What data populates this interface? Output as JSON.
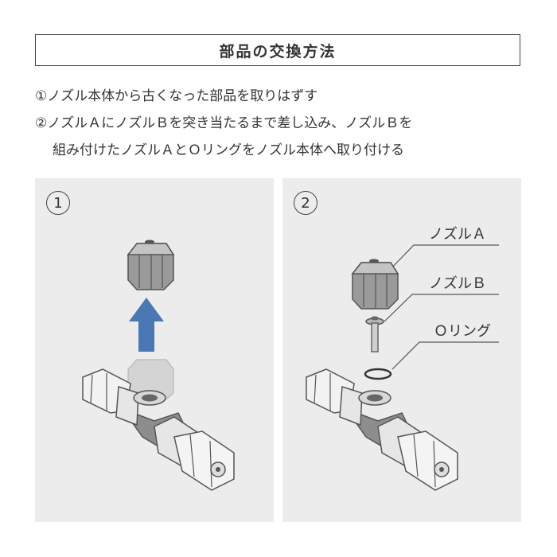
{
  "title": "部品の交換方法",
  "steps": {
    "line1": "①ノズル本体から古くなった部品を取りはずす",
    "line2": "②ノズルＡにノズルＢを突き当たるまで差し込み、ノズルＢを",
    "line3": "組み付けたノズルＡとＯリングをノズル本体へ取り付ける"
  },
  "panels": {
    "left": {
      "number": "1"
    },
    "right": {
      "number": "2",
      "labels": {
        "nozzle_a": "ノズルＡ",
        "nozzle_b": "ノズルＢ",
        "o_ring": "Ｏリング"
      }
    }
  },
  "colors": {
    "panel_bg": "#ececec",
    "arrow": "#4a78b5",
    "outline": "#555555",
    "part": "#9a9a9a"
  }
}
